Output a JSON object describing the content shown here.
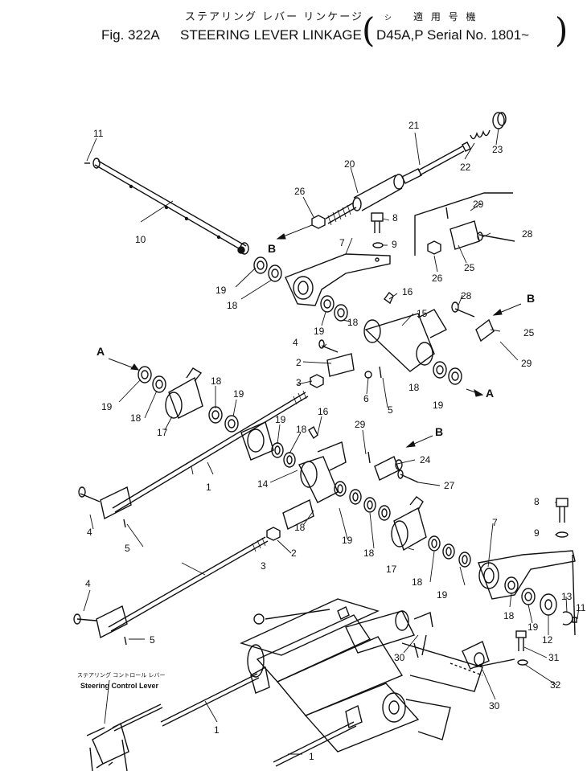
{
  "header": {
    "title_jp": "ステアリング レバー リンケージ",
    "fig_label": "Fig. 322A",
    "title_en": "STEERING LEVER LINKAGE",
    "applic_jp": "適 用 号 機",
    "applic_jp_prefix": "シ",
    "serial_text": "D45A,P Serial No. 1801~"
  },
  "callouts": {
    "c1": "1",
    "c2": "2",
    "c3": "3",
    "c4": "4",
    "c5": "5",
    "c6": "6",
    "c7": "7",
    "c8": "8",
    "c9": "9",
    "c10": "10",
    "c11": "11",
    "c12": "12",
    "c13": "13",
    "c14": "14",
    "c15": "15",
    "c16": "16",
    "c17": "17",
    "c18": "18",
    "c19": "19",
    "c20": "20",
    "c21": "21",
    "c22": "22",
    "c23": "23",
    "c24": "24",
    "c25": "25",
    "c26": "26",
    "c27": "27",
    "c28": "28",
    "c29": "29",
    "c30": "30",
    "c31": "31",
    "c32": "32",
    "marker_a": "A",
    "marker_b": "B"
  },
  "control_lever": {
    "label_jp": "ステアリング コントロール レバー",
    "label_en": "Steering Control Lever"
  }
}
